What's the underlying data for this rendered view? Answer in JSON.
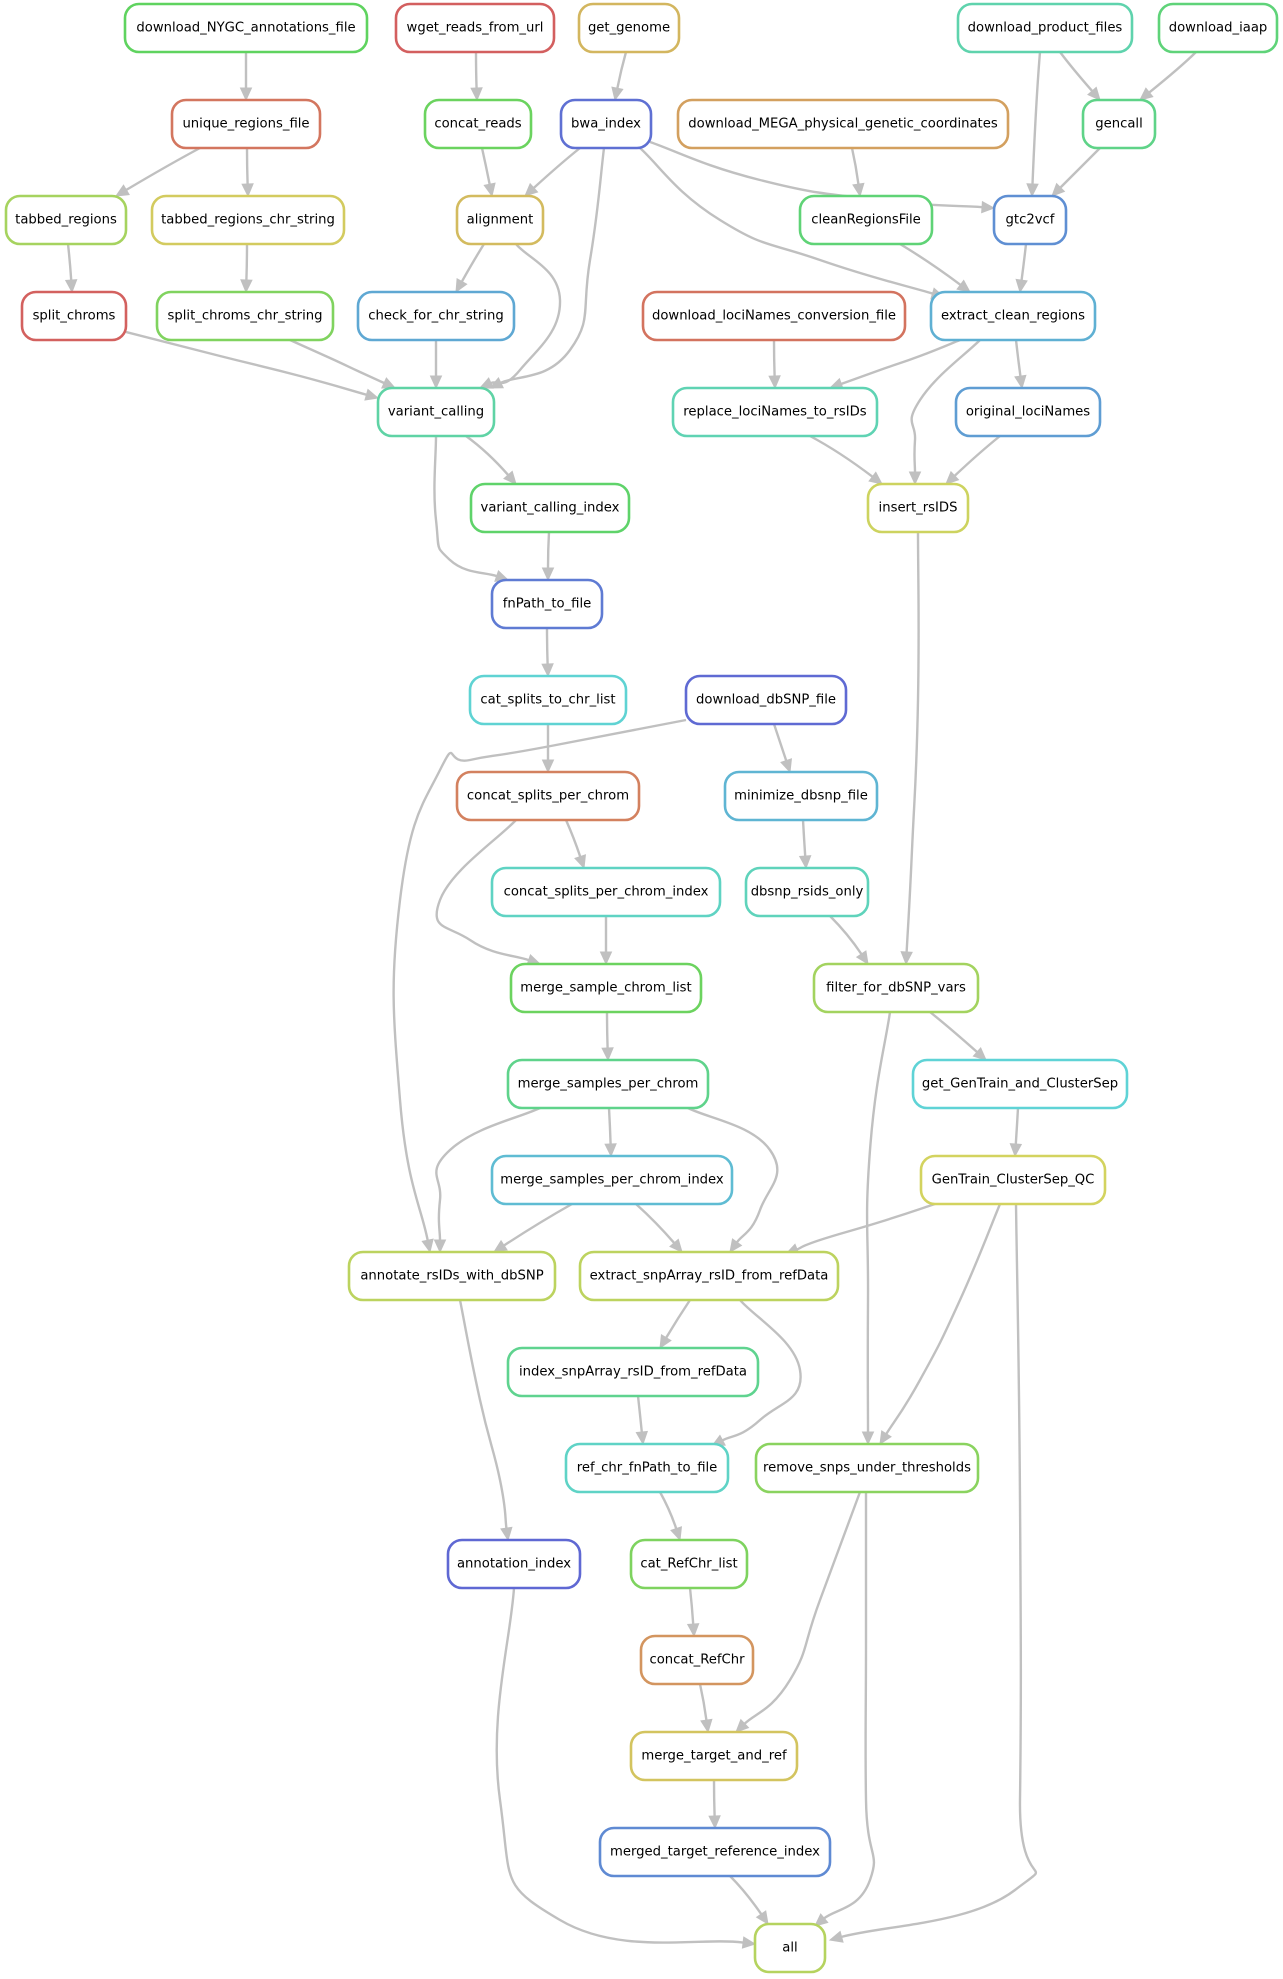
{
  "nodes": [
    {
      "id": "download_NYGC_annotations_file",
      "label": "download_NYGC_annotations_file",
      "color": "#5fd35f"
    },
    {
      "id": "wget_reads_from_url",
      "label": "wget_reads_from_url",
      "color": "#d35f5f"
    },
    {
      "id": "get_genome",
      "label": "get_genome",
      "color": "#d3b65f"
    },
    {
      "id": "download_product_files",
      "label": "download_product_files",
      "color": "#5fd3ad"
    },
    {
      "id": "download_iaap",
      "label": "download_iaap",
      "color": "#5fd379"
    },
    {
      "id": "unique_regions_file",
      "label": "unique_regions_file",
      "color": "#d3765f"
    },
    {
      "id": "concat_reads",
      "label": "concat_reads",
      "color": "#6bd35f"
    },
    {
      "id": "bwa_index",
      "label": "bwa_index",
      "color": "#5f70d3"
    },
    {
      "id": "download_MEGA_physical_genetic_coordinates",
      "label": "download_MEGA_physical_genetic_coordinates",
      "color": "#d3a05f"
    },
    {
      "id": "gencall",
      "label": "gencall",
      "color": "#5fd388"
    },
    {
      "id": "tabbed_regions",
      "label": "tabbed_regions",
      "color": "#a6d35f"
    },
    {
      "id": "tabbed_regions_chr_string",
      "label": "tabbed_regions_chr_string",
      "color": "#d3cb5f"
    },
    {
      "id": "alignment",
      "label": "alignment",
      "color": "#d3bb5f"
    },
    {
      "id": "cleanRegionsFile",
      "label": "cleanRegionsFile",
      "color": "#5fd376"
    },
    {
      "id": "gtc2vcf",
      "label": "gtc2vcf",
      "color": "#5f8fd3"
    },
    {
      "id": "split_chroms",
      "label": "split_chroms",
      "color": "#d3615f"
    },
    {
      "id": "split_chroms_chr_string",
      "label": "split_chroms_chr_string",
      "color": "#80d35f"
    },
    {
      "id": "check_for_chr_string",
      "label": "check_for_chr_string",
      "color": "#5fa8d3"
    },
    {
      "id": "download_lociNames_conversion_file",
      "label": "download_lociNames_conversion_file",
      "color": "#d3735f"
    },
    {
      "id": "extract_clean_regions",
      "label": "extract_clean_regions",
      "color": "#5fb0d3"
    },
    {
      "id": "variant_calling",
      "label": "variant_calling",
      "color": "#5fd3a5"
    },
    {
      "id": "replace_lociNames_to_rsIDs",
      "label": "replace_lociNames_to_rsIDs",
      "color": "#5fd3b3"
    },
    {
      "id": "original_lociNames",
      "label": "original_lociNames",
      "color": "#5f9dd3"
    },
    {
      "id": "variant_calling_index",
      "label": "variant_calling_index",
      "color": "#5fd36a"
    },
    {
      "id": "insert_rsIDS",
      "label": "insert_rsIDS",
      "color": "#cdd35f"
    },
    {
      "id": "fnPath_to_file",
      "label": "fnPath_to_file",
      "color": "#5f7bd3"
    },
    {
      "id": "cat_splits_to_chr_list",
      "label": "cat_splits_to_chr_list",
      "color": "#5fd3d3"
    },
    {
      "id": "download_dbSNP_file",
      "label": "download_dbSNP_file",
      "color": "#5f6ad3"
    },
    {
      "id": "concat_splits_per_chrom",
      "label": "concat_splits_per_chrom",
      "color": "#d3815f"
    },
    {
      "id": "minimize_dbsnp_file",
      "label": "minimize_dbsnp_file",
      "color": "#5fb5d3"
    },
    {
      "id": "concat_splits_per_chrom_index",
      "label": "concat_splits_per_chrom_index",
      "color": "#5fd3c3"
    },
    {
      "id": "dbsnp_rsids_only",
      "label": "dbsnp_rsids_only",
      "color": "#5fd3bb"
    },
    {
      "id": "merge_sample_chrom_list",
      "label": "merge_sample_chrom_list",
      "color": "#6cd35f"
    },
    {
      "id": "filter_for_dbSNP_vars",
      "label": "filter_for_dbSNP_vars",
      "color": "#a3d35f"
    },
    {
      "id": "merge_samples_per_chrom",
      "label": "merge_samples_per_chrom",
      "color": "#5fd38b"
    },
    {
      "id": "get_GenTrain_and_ClusterSep",
      "label": "get_GenTrain_and_ClusterSep",
      "color": "#5fd3d6"
    },
    {
      "id": "merge_samples_per_chrom_index",
      "label": "merge_samples_per_chrom_index",
      "color": "#5fbcd3"
    },
    {
      "id": "GenTrain_ClusterSep_QC",
      "label": "GenTrain_ClusterSep_QC",
      "color": "#d3d35f"
    },
    {
      "id": "annotate_rsIDs_with_dbSNP",
      "label": "annotate_rsIDs_with_dbSNP",
      "color": "#bcd35f"
    },
    {
      "id": "extract_snpArray_rsID_from_refData",
      "label": "extract_snpArray_rsID_from_refData",
      "color": "#bdd35f"
    },
    {
      "id": "index_snpArray_rsID_from_refData",
      "label": "index_snpArray_rsID_from_refData",
      "color": "#5fd38f"
    },
    {
      "id": "ref_chr_fnPath_to_file",
      "label": "ref_chr_fnPath_to_file",
      "color": "#5fd3c6"
    },
    {
      "id": "remove_snps_under_thresholds",
      "label": "remove_snps_under_thresholds",
      "color": "#8ad35f"
    },
    {
      "id": "annotation_index",
      "label": "annotation_index",
      "color": "#5f68d3"
    },
    {
      "id": "cat_RefChr_list",
      "label": "cat_RefChr_list",
      "color": "#7ed35f"
    },
    {
      "id": "concat_RefChr",
      "label": "concat_RefChr",
      "color": "#d3955f"
    },
    {
      "id": "merge_target_and_ref",
      "label": "merge_target_and_ref",
      "color": "#d3c45f"
    },
    {
      "id": "merged_target_reference_index",
      "label": "merged_target_reference_index",
      "color": "#5f8ad3"
    },
    {
      "id": "all",
      "label": "all",
      "color": "#b5d35f"
    }
  ],
  "edges": [
    [
      "download_NYGC_annotations_file",
      "unique_regions_file"
    ],
    [
      "wget_reads_from_url",
      "concat_reads"
    ],
    [
      "get_genome",
      "bwa_index"
    ],
    [
      "download_product_files",
      "gencall"
    ],
    [
      "download_product_files",
      "gtc2vcf"
    ],
    [
      "download_iaap",
      "gencall"
    ],
    [
      "unique_regions_file",
      "tabbed_regions"
    ],
    [
      "unique_regions_file",
      "tabbed_regions_chr_string"
    ],
    [
      "concat_reads",
      "alignment"
    ],
    [
      "bwa_index",
      "alignment"
    ],
    [
      "bwa_index",
      "variant_calling"
    ],
    [
      "bwa_index",
      "gtc2vcf"
    ],
    [
      "bwa_index",
      "extract_clean_regions"
    ],
    [
      "download_MEGA_physical_genetic_coordinates",
      "cleanRegionsFile"
    ],
    [
      "gencall",
      "gtc2vcf"
    ],
    [
      "tabbed_regions",
      "split_chroms"
    ],
    [
      "tabbed_regions_chr_string",
      "split_chroms_chr_string"
    ],
    [
      "alignment",
      "check_for_chr_string"
    ],
    [
      "alignment",
      "variant_calling"
    ],
    [
      "cleanRegionsFile",
      "extract_clean_regions"
    ],
    [
      "gtc2vcf",
      "extract_clean_regions"
    ],
    [
      "split_chroms",
      "variant_calling"
    ],
    [
      "split_chroms_chr_string",
      "variant_calling"
    ],
    [
      "check_for_chr_string",
      "variant_calling"
    ],
    [
      "download_lociNames_conversion_file",
      "replace_lociNames_to_rsIDs"
    ],
    [
      "extract_clean_regions",
      "replace_lociNames_to_rsIDs"
    ],
    [
      "extract_clean_regions",
      "original_lociNames"
    ],
    [
      "extract_clean_regions",
      "insert_rsIDS"
    ],
    [
      "variant_calling",
      "variant_calling_index"
    ],
    [
      "variant_calling",
      "fnPath_to_file"
    ],
    [
      "variant_calling_index",
      "fnPath_to_file"
    ],
    [
      "replace_lociNames_to_rsIDs",
      "insert_rsIDS"
    ],
    [
      "original_lociNames",
      "insert_rsIDS"
    ],
    [
      "insert_rsIDS",
      "filter_for_dbSNP_vars"
    ],
    [
      "fnPath_to_file",
      "cat_splits_to_chr_list"
    ],
    [
      "cat_splits_to_chr_list",
      "concat_splits_per_chrom"
    ],
    [
      "download_dbSNP_file",
      "minimize_dbsnp_file"
    ],
    [
      "download_dbSNP_file",
      "annotate_rsIDs_with_dbSNP"
    ],
    [
      "concat_splits_per_chrom",
      "concat_splits_per_chrom_index"
    ],
    [
      "concat_splits_per_chrom",
      "merge_sample_chrom_list"
    ],
    [
      "minimize_dbsnp_file",
      "dbsnp_rsids_only"
    ],
    [
      "concat_splits_per_chrom_index",
      "merge_sample_chrom_list"
    ],
    [
      "dbsnp_rsids_only",
      "filter_for_dbSNP_vars"
    ],
    [
      "merge_sample_chrom_list",
      "merge_samples_per_chrom"
    ],
    [
      "filter_for_dbSNP_vars",
      "get_GenTrain_and_ClusterSep"
    ],
    [
      "filter_for_dbSNP_vars",
      "remove_snps_under_thresholds"
    ],
    [
      "merge_samples_per_chrom",
      "merge_samples_per_chrom_index"
    ],
    [
      "merge_samples_per_chrom",
      "annotate_rsIDs_with_dbSNP"
    ],
    [
      "merge_samples_per_chrom",
      "extract_snpArray_rsID_from_refData"
    ],
    [
      "get_GenTrain_and_ClusterSep",
      "GenTrain_ClusterSep_QC"
    ],
    [
      "merge_samples_per_chrom_index",
      "annotate_rsIDs_with_dbSNP"
    ],
    [
      "merge_samples_per_chrom_index",
      "extract_snpArray_rsID_from_refData"
    ],
    [
      "GenTrain_ClusterSep_QC",
      "extract_snpArray_rsID_from_refData"
    ],
    [
      "GenTrain_ClusterSep_QC",
      "remove_snps_under_thresholds"
    ],
    [
      "GenTrain_ClusterSep_QC",
      "all"
    ],
    [
      "annotate_rsIDs_with_dbSNP",
      "annotation_index"
    ],
    [
      "extract_snpArray_rsID_from_refData",
      "index_snpArray_rsID_from_refData"
    ],
    [
      "extract_snpArray_rsID_from_refData",
      "ref_chr_fnPath_to_file"
    ],
    [
      "index_snpArray_rsID_from_refData",
      "ref_chr_fnPath_to_file"
    ],
    [
      "ref_chr_fnPath_to_file",
      "cat_RefChr_list"
    ],
    [
      "remove_snps_under_thresholds",
      "merge_target_and_ref"
    ],
    [
      "remove_snps_under_thresholds",
      "all"
    ],
    [
      "annotation_index",
      "all"
    ],
    [
      "cat_RefChr_list",
      "concat_RefChr"
    ],
    [
      "concat_RefChr",
      "merge_target_and_ref"
    ],
    [
      "merge_target_and_ref",
      "merged_target_reference_index"
    ],
    [
      "merged_target_reference_index",
      "all"
    ]
  ],
  "colors": {
    "edge": "#c0c0c0",
    "node_fill": "#ffffff",
    "background": "#ffffff"
  }
}
